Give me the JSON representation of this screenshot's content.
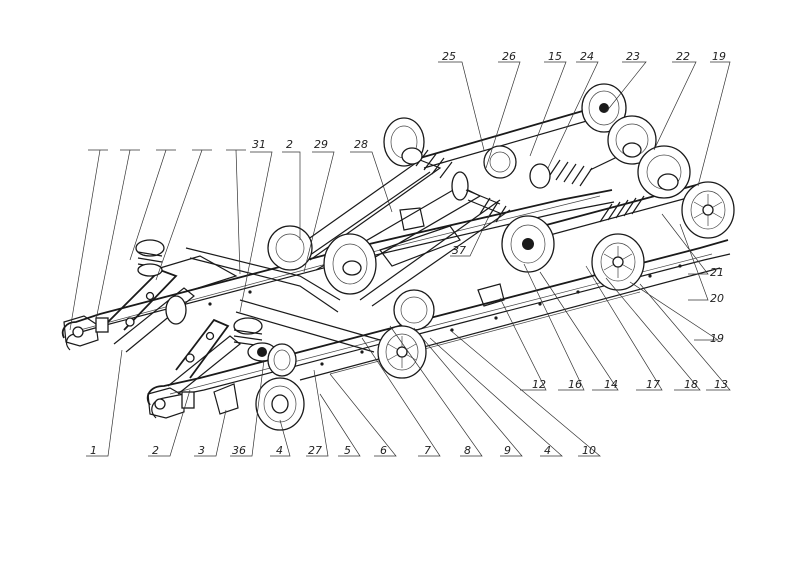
{
  "callouts": {
    "top": [
      "25",
      "26",
      "15",
      "24",
      "23",
      "22",
      "19"
    ],
    "top_left": [
      "31",
      "2",
      "29",
      "28"
    ],
    "left_bottom": [
      "1",
      "2",
      "3",
      "36",
      "4",
      "27",
      "5",
      "6",
      "7",
      "8",
      "9",
      "4",
      "10"
    ],
    "mid_bottom": [
      "12",
      "16",
      "14",
      "17",
      "18",
      "13"
    ],
    "right": [
      "21",
      "20",
      "19"
    ],
    "center": [
      "37"
    ]
  },
  "colors": {
    "line": "#1a1a1a",
    "paper": "#ffffff"
  }
}
